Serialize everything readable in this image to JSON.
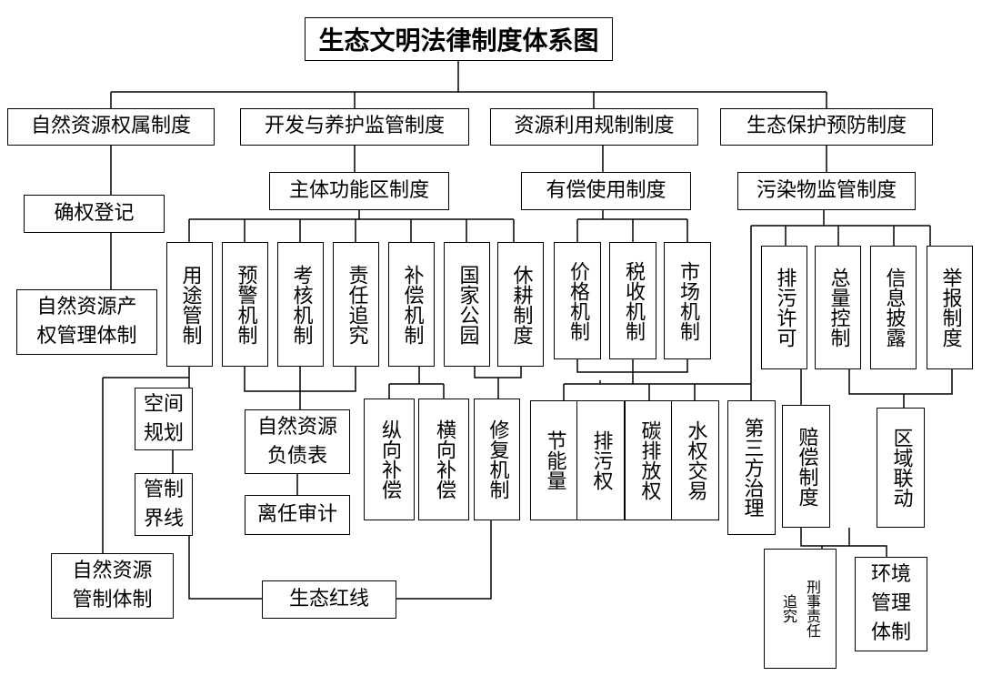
{
  "title": "生态文明法律制度体系图",
  "categories": {
    "ownership": "自然资源权属制度",
    "development": "开发与养护监管制度",
    "utilization": "资源利用规制制度",
    "protection": "生态保护预防制度"
  },
  "ownership": {
    "confirm": "确权登记",
    "property": "自然资源产\n权管理体制"
  },
  "development": {
    "zones": "主体功能区制度",
    "items": [
      "用途管制",
      "预警机制",
      "考核机制",
      "责任追究",
      "补偿机制",
      "国家公园",
      "休耕制度"
    ],
    "space_plan": "空间规划",
    "control_line": "管制界线",
    "resource_mgmt": "自然资源\n管制体制",
    "balance_sheet": "自然资源\n负债表",
    "audit": "离任审计",
    "vertical_comp": "纵向补偿",
    "horizontal_comp": "横向补偿",
    "repair": "修复机制",
    "red_line": "生态红线"
  },
  "utilization": {
    "paid_use": "有偿使用制度",
    "items": [
      "价格机制",
      "税收机制",
      "市场机制"
    ],
    "sub": [
      "节能量",
      "排污权",
      "碳排放权",
      "水权交易"
    ],
    "third_party": "第三方治理"
  },
  "protection": {
    "pollution": "污染物监管制度",
    "items": [
      "排污许可",
      "总量控制",
      "信息披露",
      "举报制度"
    ],
    "compensation": "赔偿制度",
    "regional": "区域联动",
    "criminal": "刑事责任\n追究",
    "env_mgmt": "环境\n管理\n体制"
  }
}
